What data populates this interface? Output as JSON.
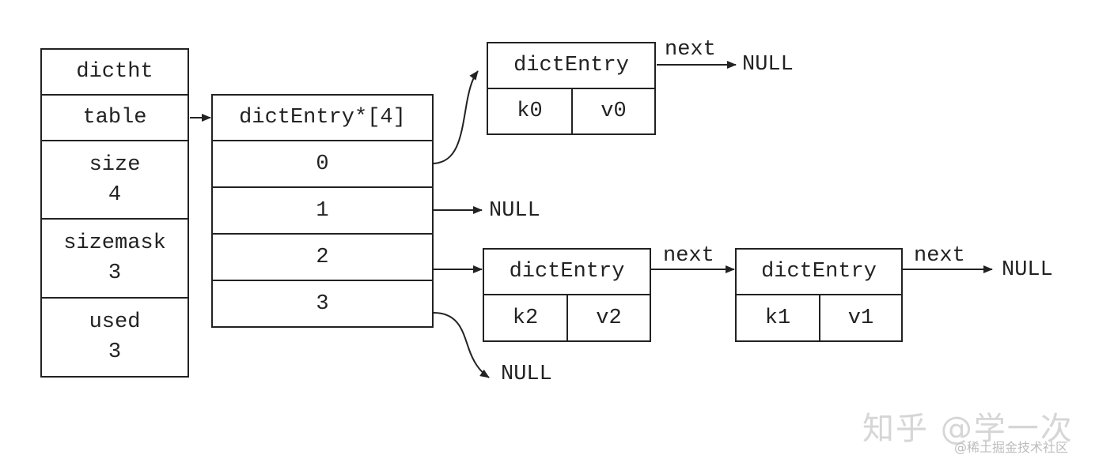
{
  "dictht": {
    "header": "dictht",
    "table": "table",
    "size_label": "size",
    "size_value": "4",
    "sizemask_label": "sizemask",
    "sizemask_value": "3",
    "used_label": "used",
    "used_value": "3"
  },
  "array": {
    "header": "dictEntry*[4]",
    "slots": [
      "0",
      "1",
      "2",
      "3"
    ]
  },
  "entries": {
    "e0": {
      "title": "dictEntry",
      "key": "k0",
      "value": "v0"
    },
    "e2": {
      "title": "dictEntry",
      "key": "k2",
      "value": "v2"
    },
    "e1": {
      "title": "dictEntry",
      "key": "k1",
      "value": "v1"
    }
  },
  "labels": {
    "next": "next",
    "null": "NULL"
  },
  "watermark": {
    "main": "知乎 @学一次",
    "sub": "@稀土掘金技术社区"
  }
}
